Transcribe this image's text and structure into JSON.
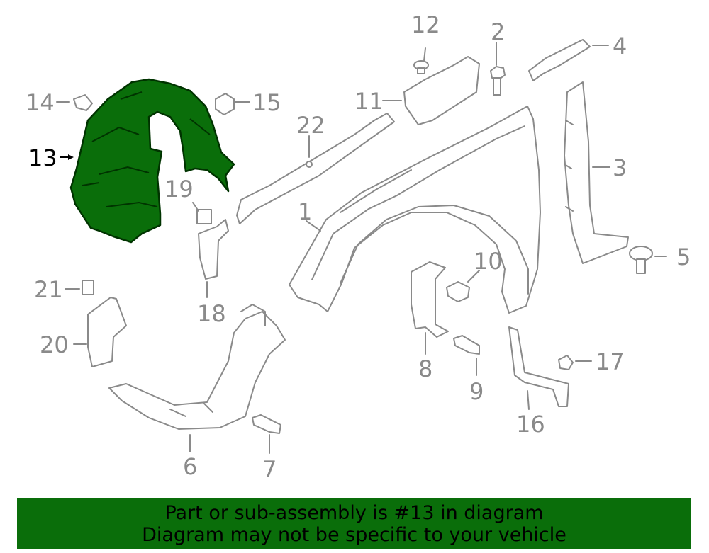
{
  "labels": {
    "l1": "1",
    "l2": "2",
    "l3": "3",
    "l4": "4",
    "l5": "5",
    "l6": "6",
    "l7": "7",
    "l8": "8",
    "l9": "9",
    "l10": "10",
    "l11": "11",
    "l12": "12",
    "l13": "13",
    "l14": "14",
    "l15": "15",
    "l16": "16",
    "l17": "17",
    "l18": "18",
    "l19": "19",
    "l20": "20",
    "l21": "21",
    "l22": "22"
  },
  "highlight": {
    "part_number": "13",
    "color": "#0a6e0a"
  },
  "colors": {
    "line": "#8a8a8a",
    "banner": "#0a6e0a",
    "text": "#000000"
  },
  "banner": {
    "line1": "Part or sub-assembly is #13 in diagram",
    "line2": "Diagram may not be specific to your vehicle"
  }
}
